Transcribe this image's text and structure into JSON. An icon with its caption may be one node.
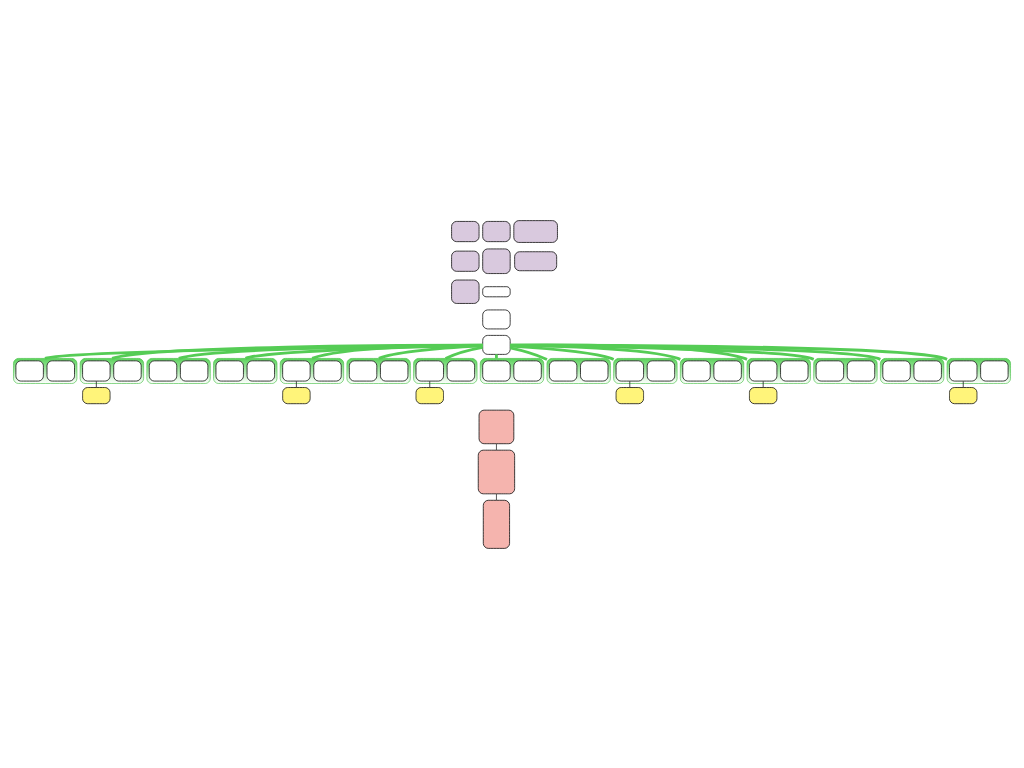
{
  "diagram": {
    "nodes": [
      {
        "text": [],
        "shape": "box"
      },
      {
        "text": [],
        "shape": "box"
      },
      {
        "text": [],
        "shape": "box"
      },
      {
        "text": [],
        "shape": "box"
      },
      {
        "text": [],
        "shape": "box"
      },
      {
        "text": [],
        "shape": "box"
      },
      {
        "text": [],
        "shape": "box"
      },
      {
        "text": [],
        "shape": "box"
      },
      {
        "text": [],
        "shape": "box"
      },
      {
        "text": [],
        "shape": "box"
      },
      {
        "text": [],
        "shape": "band"
      },
      {
        "text": [],
        "shape": "box",
        "in": 10
      },
      {
        "text": [],
        "shape": "box",
        "in": 10
      },
      {
        "text": [],
        "shape": "band"
      },
      {
        "text": [],
        "shape": "box",
        "in": 13
      },
      {
        "text": [],
        "shape": "box",
        "in": 13
      },
      {
        "text": [],
        "shape": "band"
      },
      {
        "text": [],
        "shape": "box",
        "in": 16
      },
      {
        "text": [],
        "shape": "box",
        "in": 16
      },
      {
        "text": [],
        "shape": "band"
      },
      {
        "text": [],
        "shape": "box",
        "in": 19
      },
      {
        "text": [],
        "shape": "box",
        "in": 19
      },
      {
        "text": [],
        "shape": "band"
      },
      {
        "text": [],
        "shape": "box",
        "in": 22
      },
      {
        "text": [],
        "shape": "box",
        "in": 22
      },
      {
        "text": [],
        "shape": "band"
      },
      {
        "text": [],
        "shape": "box",
        "in": 25
      },
      {
        "text": [],
        "shape": "box",
        "in": 25
      },
      {
        "text": [],
        "shape": "band"
      },
      {
        "text": [],
        "shape": "box",
        "in": 28
      },
      {
        "text": [],
        "shape": "box",
        "in": 28
      },
      {
        "text": [],
        "shape": "band"
      },
      {
        "text": [],
        "shape": "box",
        "in": 31
      },
      {
        "text": [],
        "shape": "box",
        "in": 31
      },
      {
        "text": [],
        "shape": "band"
      },
      {
        "text": [],
        "shape": "box",
        "in": 34
      },
      {
        "text": [],
        "shape": "box",
        "in": 34
      },
      {
        "text": [],
        "shape": "band"
      },
      {
        "text": [],
        "shape": "box",
        "in": 37
      },
      {
        "text": [],
        "shape": "box",
        "in": 37
      },
      {
        "text": [],
        "shape": "band"
      },
      {
        "text": [],
        "shape": "box",
        "in": 40
      },
      {
        "text": [],
        "shape": "box",
        "in": 40
      },
      {
        "text": [],
        "shape": "band"
      },
      {
        "text": [],
        "shape": "box",
        "in": 43
      },
      {
        "text": [],
        "shape": "box",
        "in": 43
      },
      {
        "text": [],
        "shape": "band"
      },
      {
        "text": [],
        "shape": "box",
        "in": 46
      },
      {
        "text": [],
        "shape": "box",
        "in": 46
      },
      {
        "text": [],
        "shape": "band"
      },
      {
        "text": [],
        "shape": "box",
        "in": 49
      },
      {
        "text": [],
        "shape": "box",
        "in": 49
      },
      {
        "text": [],
        "shape": "band"
      },
      {
        "text": [],
        "shape": "box",
        "in": 52
      },
      {
        "text": [],
        "shape": "box",
        "in": 52
      },
      {
        "text": [],
        "shape": "box"
      },
      {
        "text": [],
        "shape": "box"
      },
      {
        "text": [],
        "shape": "box"
      },
      {
        "text": [],
        "shape": "box"
      },
      {
        "text": [],
        "shape": "box"
      },
      {
        "text": [],
        "shape": "box"
      },
      {
        "text": [],
        "shape": "box"
      },
      {
        "text": [],
        "shape": "box"
      },
      {
        "text": [],
        "shape": "box"
      }
    ],
    "edges": [
      {
        "from": 9,
        "to": 10,
        "arrow": "none"
      },
      {
        "from": 9,
        "to": 13,
        "arrow": "none"
      },
      {
        "from": 9,
        "to": 16,
        "arrow": "none"
      },
      {
        "from": 9,
        "to": 19,
        "arrow": "none"
      },
      {
        "from": 9,
        "to": 22,
        "arrow": "none"
      },
      {
        "from": 9,
        "to": 25,
        "arrow": "none"
      },
      {
        "from": 9,
        "to": 28,
        "arrow": "none"
      },
      {
        "from": 9,
        "to": 31,
        "arrow": "none"
      },
      {
        "from": 9,
        "to": 34,
        "arrow": "none"
      },
      {
        "from": 9,
        "to": 37,
        "arrow": "none"
      },
      {
        "from": 9,
        "to": 40,
        "arrow": "none"
      },
      {
        "from": 9,
        "to": 43,
        "arrow": "none"
      },
      {
        "from": 9,
        "to": 46,
        "arrow": "none"
      },
      {
        "from": 9,
        "to": 49,
        "arrow": "none"
      },
      {
        "from": 9,
        "to": 52,
        "arrow": "none"
      },
      {
        "from": 14,
        "to": 55,
        "arrow": "none",
        "color": "#222222"
      },
      {
        "from": 23,
        "to": 56,
        "arrow": "none",
        "color": "#222222"
      },
      {
        "from": 29,
        "to": 57,
        "arrow": "none",
        "color": "#222222"
      },
      {
        "from": 38,
        "to": 58,
        "arrow": "none",
        "color": "#222222"
      },
      {
        "from": 44,
        "to": 59,
        "arrow": "none",
        "color": "#222222"
      },
      {
        "from": 53,
        "to": 60,
        "arrow": "none",
        "color": "#222222"
      },
      {
        "from": 61,
        "to": 62,
        "arrow": "none",
        "color": "#333333"
      },
      {
        "from": 62,
        "to": 63,
        "arrow": "none",
        "color": "#333333"
      }
    ]
  }
}
